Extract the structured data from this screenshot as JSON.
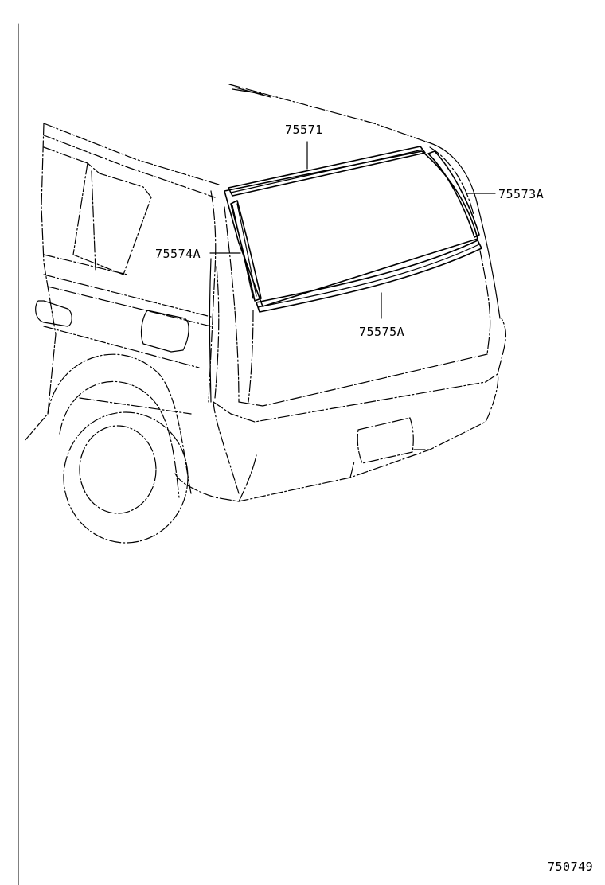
{
  "diagram": {
    "figure_number": "750749",
    "callouts": {
      "roof_molding": "75571",
      "side_molding_right": "75573A",
      "side_molding_left": "75574A",
      "lower_molding": "75575A"
    }
  }
}
